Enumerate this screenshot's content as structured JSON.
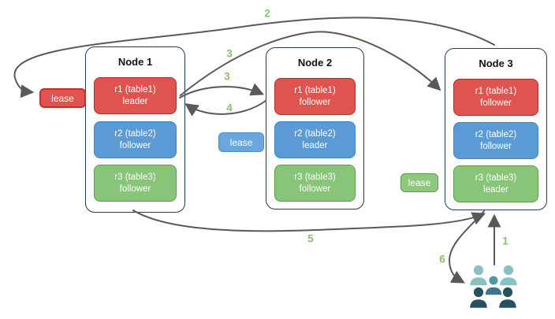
{
  "diagram": {
    "nodes": [
      {
        "title": "Node 1",
        "replicas": [
          {
            "name": "r1 (table1)",
            "role": "leader"
          },
          {
            "name": "r2 (table2)",
            "role": "follower"
          },
          {
            "name": "r3 (table3)",
            "role": "follower"
          }
        ]
      },
      {
        "title": "Node 2",
        "replicas": [
          {
            "name": "r1 (table1)",
            "role": "follower"
          },
          {
            "name": "r2 (table2)",
            "role": "leader"
          },
          {
            "name": "r3 (table3)",
            "role": "follower"
          }
        ]
      },
      {
        "title": "Node 3",
        "replicas": [
          {
            "name": "r1 (table1)",
            "role": "follower"
          },
          {
            "name": "r2 (table2)",
            "role": "follower"
          },
          {
            "name": "r3 (table3)",
            "role": "leader"
          }
        ]
      }
    ],
    "leases": [
      {
        "label": "lease",
        "color": "#df5350"
      },
      {
        "label": "lease",
        "color": "#6aa7de"
      },
      {
        "label": "lease",
        "color": "#8cc97c"
      }
    ],
    "arrow_labels": [
      "2",
      "3",
      "3",
      "4",
      "5",
      "1",
      "6"
    ],
    "icons": [
      {
        "name": "users-icon"
      }
    ],
    "colors": {
      "replica_red": "#df5350",
      "replica_blue": "#5b9bd5",
      "replica_green": "#88c578",
      "node_border": "#23395d",
      "arrow": "#595959",
      "step_label": "#8abf6c",
      "people_light": "#87c1c3",
      "people_mid_head": "#4d97a3",
      "people_mid_body": "#41748a",
      "people_dark": "#275062"
    }
  }
}
